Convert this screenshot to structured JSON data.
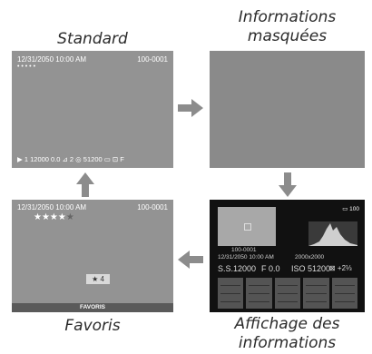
{
  "captions": {
    "top_left": "Standard",
    "top_right_line1": "Informations",
    "top_right_line2": "masquées",
    "bottom_left": "Favoris",
    "bottom_right_line1": "Affichage des",
    "bottom_right_line2": "informations"
  },
  "standard_screen": {
    "datetime": "12/31/2050 10:00 AM",
    "frame_number": "100-0001",
    "rating_dots": "• • • • •",
    "status_strip": "▶  1  12000  0.0  ⊿ 2  ◎ 51200  ▭ ⊡  F"
  },
  "favorites_screen": {
    "datetime": "12/31/2050 10:00 AM",
    "frame_number": "100-0001",
    "stars_filled": "★★★★",
    "stars_empty": "★",
    "rating_value": "★ 4",
    "label": "FAVORIS"
  },
  "info_screen": {
    "battery": "▭ 100",
    "frame_number": "100-0001",
    "datetime": "12/31/2050 10:00 AM",
    "resolution": "2000x2000",
    "shutter": "S.S.12000",
    "aperture": "F 0.0",
    "iso": "ISO 51200",
    "exposure": "⊠ +2⅓"
  }
}
